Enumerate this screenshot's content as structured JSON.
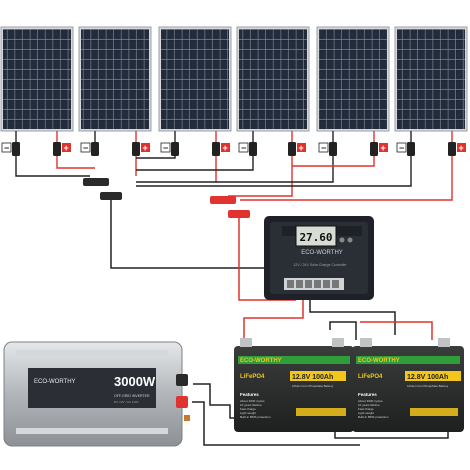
{
  "colors": {
    "panel_cell": "#1b2230",
    "panel_frame": "#c9ccd0",
    "wire_black": "#222222",
    "wire_red": "#e0332f",
    "battery_body": "#2a2d2b",
    "battery_label": "#f3c61c",
    "battery_accent": "#2f9e3a",
    "controller_body": "#1e2228",
    "inverter_body": "#b9bcc0"
  },
  "controller": {
    "brand": "ECO-WORTHY",
    "display_value": "27.60",
    "model_line": "12V / 24V Solar Charge Controller"
  },
  "inverter": {
    "brand": "ECO-WORTHY",
    "power": "3000W",
    "model_line": "DC 12V / AC 110V",
    "type_line": "OFF-GRID INVERTER"
  },
  "batteries": [
    {
      "brand": "ECO-WORTHY",
      "chemistry": "LiFePO4",
      "rating": "12.8V 100Ah",
      "subtitle": "Lithium Iron Phosphate Battery",
      "features_title": "Features",
      "features": [
        "About 3000 cycles",
        "10 years lifetime",
        "Fast charge",
        "Light weight",
        "Built-in BMS protection"
      ]
    },
    {
      "brand": "ECO-WORTHY",
      "chemistry": "LiFePO4",
      "rating": "12.8V 100Ah",
      "subtitle": "Lithium Iron Phosphate Battery",
      "features_title": "Features",
      "features": [
        "About 3000 cycles",
        "10 years lifetime",
        "Fast charge",
        "Light weight",
        "Built-in BMS protection"
      ]
    }
  ]
}
